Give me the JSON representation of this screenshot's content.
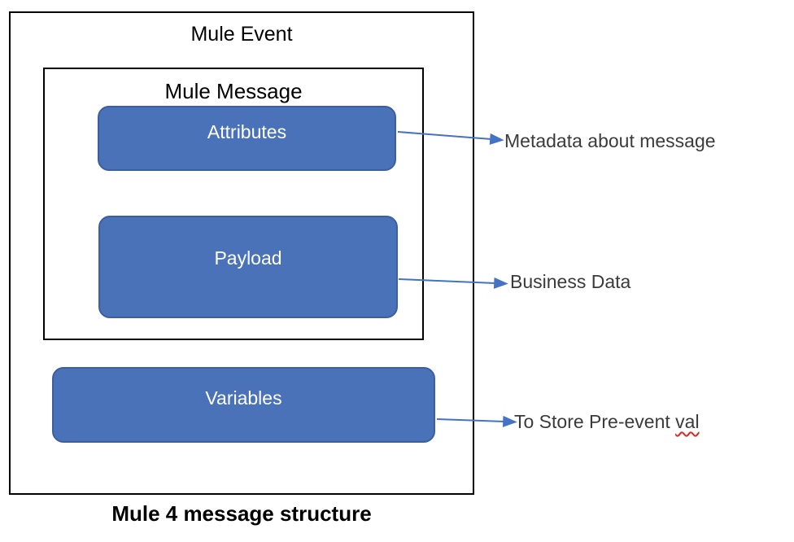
{
  "colors": {
    "box_fill": "#4a72b8",
    "box_border": "#3d5f9e",
    "arrow": "#4472c4",
    "outline": "#000000",
    "label_text": "#3b3b3b",
    "node_text": "#ffffff",
    "squiggle": "#e0281e",
    "bg": "#ffffff"
  },
  "diagram": {
    "outer_box": {
      "title": "Mule Event"
    },
    "inner_box": {
      "title": "Mule Message"
    },
    "nodes": [
      {
        "id": "attributes",
        "label": "Attributes"
      },
      {
        "id": "payload",
        "label": "Payload"
      },
      {
        "id": "variables",
        "label": "Variables"
      }
    ],
    "annotations": [
      {
        "for": "attributes",
        "text": "Metadata about message"
      },
      {
        "for": "payload",
        "text": "Business Data"
      },
      {
        "for": "variables",
        "prefix": "To Store Pre-event ",
        "misspelled": "val"
      }
    ],
    "caption": "Mule 4 message structure"
  }
}
